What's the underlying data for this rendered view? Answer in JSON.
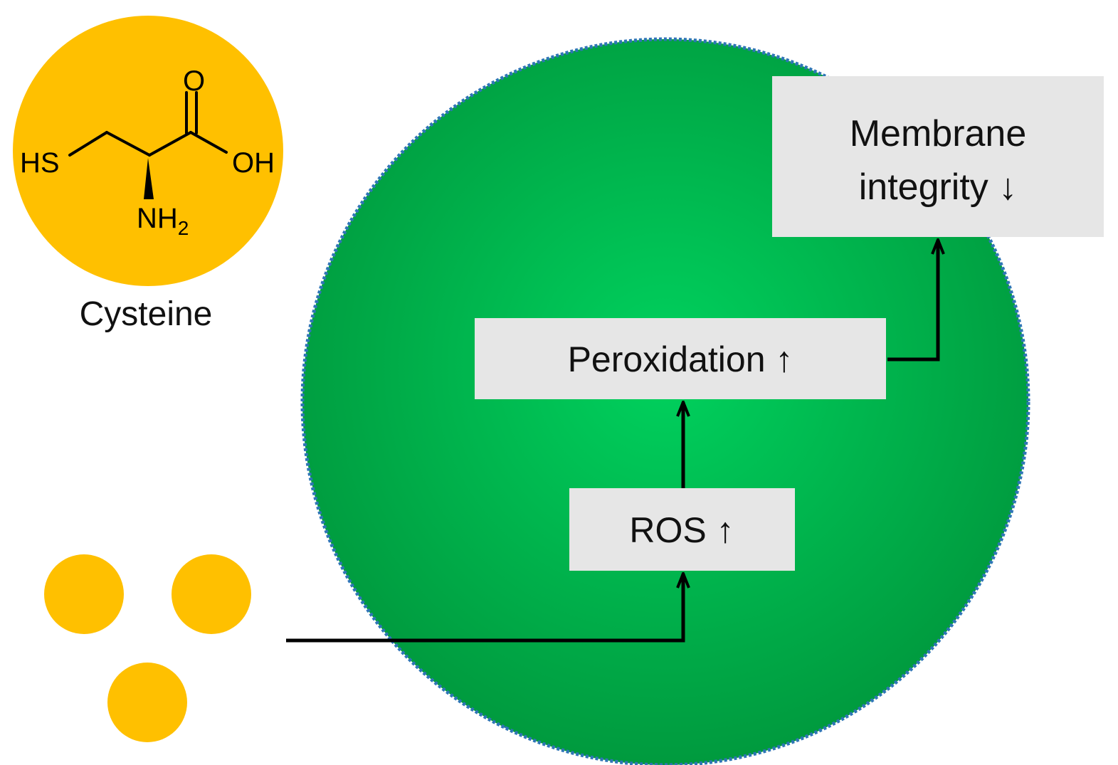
{
  "molecule": {
    "name": "Cysteine",
    "atoms": {
      "thiol": "HS",
      "carbonyl_oxygen": "O",
      "hydroxyl": "OH",
      "amine": "NH",
      "amine_subscript": "2"
    }
  },
  "pathway": {
    "nodes": [
      {
        "id": "ros",
        "label": "ROS ↑"
      },
      {
        "id": "peroxidation",
        "label": "Peroxidation ↑"
      },
      {
        "id": "membrane",
        "label_line1": "Membrane",
        "label_line2": "integrity ↓"
      }
    ]
  },
  "colors": {
    "cysteine_fill": "#FFC000",
    "cell_center": "#00D25E",
    "cell_edge": "#009A3E",
    "cell_border": "#2E75B6",
    "box_fill": "#E6E6E6",
    "arrow": "#000000"
  }
}
